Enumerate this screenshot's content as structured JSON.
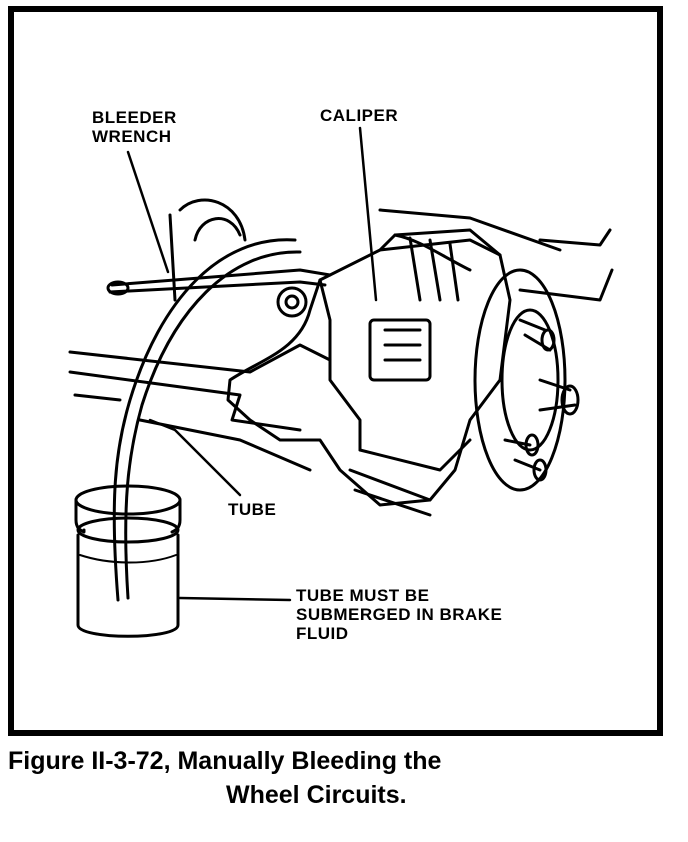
{
  "labels": {
    "bleeder_wrench_line1": "BLEEDER",
    "bleeder_wrench_line2": "WRENCH",
    "caliper": "CALIPER",
    "tube": "TUBE",
    "note_line1": "TUBE MUST BE",
    "note_line2": "SUBMERGED IN BRAKE",
    "note_line3": "FLUID"
  },
  "caption": {
    "line1": "Figure II-3-72, Manually Bleeding the",
    "line2": "Wheel Circuits."
  }
}
